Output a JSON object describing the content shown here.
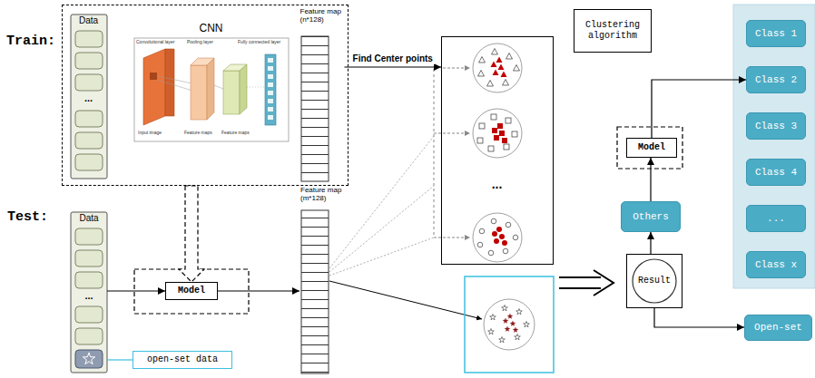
{
  "diagram": {
    "nodes": [
      {
        "text": [
          "Train:"
        ]
      },
      {
        "text": [
          "Data",
          "..."
        ],
        "in": 0
      },
      {
        "text": [
          "CNN"
        ],
        "in": 0
      },
      {
        "text": [
          "Feature map (n*128)"
        ],
        "in": 0
      },
      {
        "text": [
          "..."
        ]
      },
      {
        "text": [
          "Data",
          "..."
        ]
      },
      {
        "text": [
          "Model"
        ]
      },
      {
        "text": [
          "Feature map (m*128)"
        ]
      },
      {
        "text": [
          "open-set data"
        ]
      },
      {
        "text": [
          "Clustering algorithm"
        ]
      },
      {
        "text": [
          "Model"
        ]
      },
      {
        "text": [
          "Class 1"
        ]
      },
      {
        "text": [
          "Class 2"
        ]
      },
      {
        "text": [
          "Class 3"
        ]
      },
      {
        "text": [
          "Class 4"
        ]
      },
      {
        "text": [
          "..."
        ]
      },
      {
        "text": [
          "Class x"
        ]
      },
      {
        "text": [
          "Others"
        ]
      },
      {
        "text": [
          "Result"
        ]
      },
      {
        "text": [
          "Open-set"
        ]
      }
    ],
    "edges": [
      {
        "from": 0,
        "to": 6,
        "arrow": "to"
      },
      {
        "from": 3,
        "to": 4,
        "label": "Find Center points",
        "arrow": "to"
      },
      {
        "from": 5,
        "to": 6,
        "arrow": "to"
      },
      {
        "from": 6,
        "to": 7,
        "arrow": "to"
      },
      {
        "from": 5,
        "to": 8,
        "arrow": "none"
      },
      {
        "from": 18,
        "to": 17,
        "arrow": "to"
      },
      {
        "from": 17,
        "to": 10,
        "arrow": "to"
      },
      {
        "from": 10,
        "to": 12,
        "arrow": "to"
      },
      {
        "from": 18,
        "to": 19,
        "arrow": "to"
      }
    ],
    "labels": [
      "Test:",
      "Convolutional layer",
      "Pooling layer",
      "Fully connected layer",
      "Input image",
      "Feature maps",
      "Feature maps"
    ]
  }
}
